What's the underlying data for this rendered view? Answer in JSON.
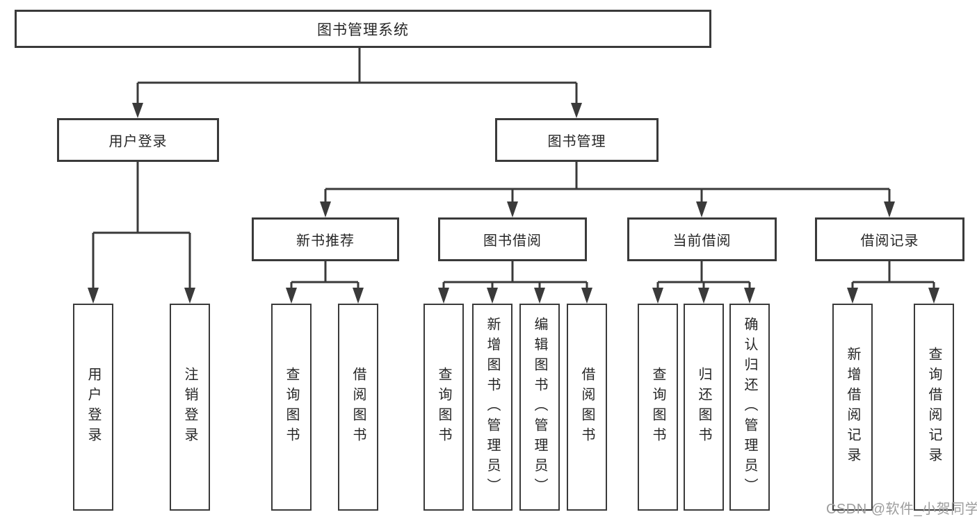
{
  "tree": {
    "root": {
      "label": "图书管理系统"
    },
    "level2": [
      {
        "label": "用户登录"
      },
      {
        "label": "图书管理"
      }
    ],
    "level3": [
      {
        "label": "新书推荐"
      },
      {
        "label": "图书借阅"
      },
      {
        "label": "当前借阅"
      },
      {
        "label": "借阅记录"
      }
    ],
    "leaves": {
      "user_login": [
        {
          "label": "用户登录"
        },
        {
          "label": "注销登录"
        }
      ],
      "new_books": [
        {
          "label": "查询图书"
        },
        {
          "label": "借阅图书"
        }
      ],
      "book_borrow": [
        {
          "label": "查询图书"
        },
        {
          "label": "新增图书（管理员）"
        },
        {
          "label": "编辑图书（管理员）"
        },
        {
          "label": "借阅图书"
        }
      ],
      "current_borrow": [
        {
          "label": "查询图书"
        },
        {
          "label": "归还图书"
        },
        {
          "label": "确认归还（管理员）"
        }
      ],
      "records": [
        {
          "label": "新增借阅记录"
        },
        {
          "label": "查询借阅记录"
        }
      ]
    }
  },
  "watermark": {
    "text": "CSDN @软件_小贺同学"
  },
  "colors": {
    "line": "#3a3a3a",
    "text": "#262626",
    "watermark": "#9d9d9d",
    "background": "#ffffff"
  }
}
